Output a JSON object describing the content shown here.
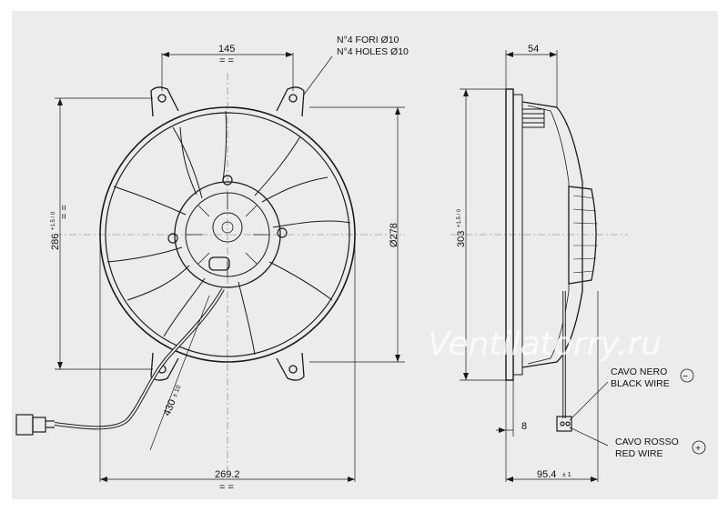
{
  "labels": {
    "top_width": "145",
    "holes_it": "N°4 FORI Ø10",
    "holes_en": "N°4 HOLES Ø10",
    "side_depth_top": "54",
    "height_left": "286",
    "height_left_tol": "+1.5 / 0",
    "fan_diameter": "Ø278",
    "height_right": "303",
    "height_right_tol": "+1.5 / 0",
    "cable_length": "430",
    "cable_length_tol": "± 10",
    "bottom_width": "269.2",
    "flange": "8",
    "total_depth": "95.4",
    "total_depth_tol": "± 1",
    "black_it": "CAVO NERO",
    "black_en": "BLACK WIRE",
    "red_it": "CAVO ROSSO",
    "red_en": "RED WIRE",
    "minus": "−",
    "plus": "+",
    "equal": "= ="
  },
  "watermark": "Ventilatorry.ru",
  "colors": {
    "background": "#ececec",
    "line": "#1a1a1a"
  }
}
